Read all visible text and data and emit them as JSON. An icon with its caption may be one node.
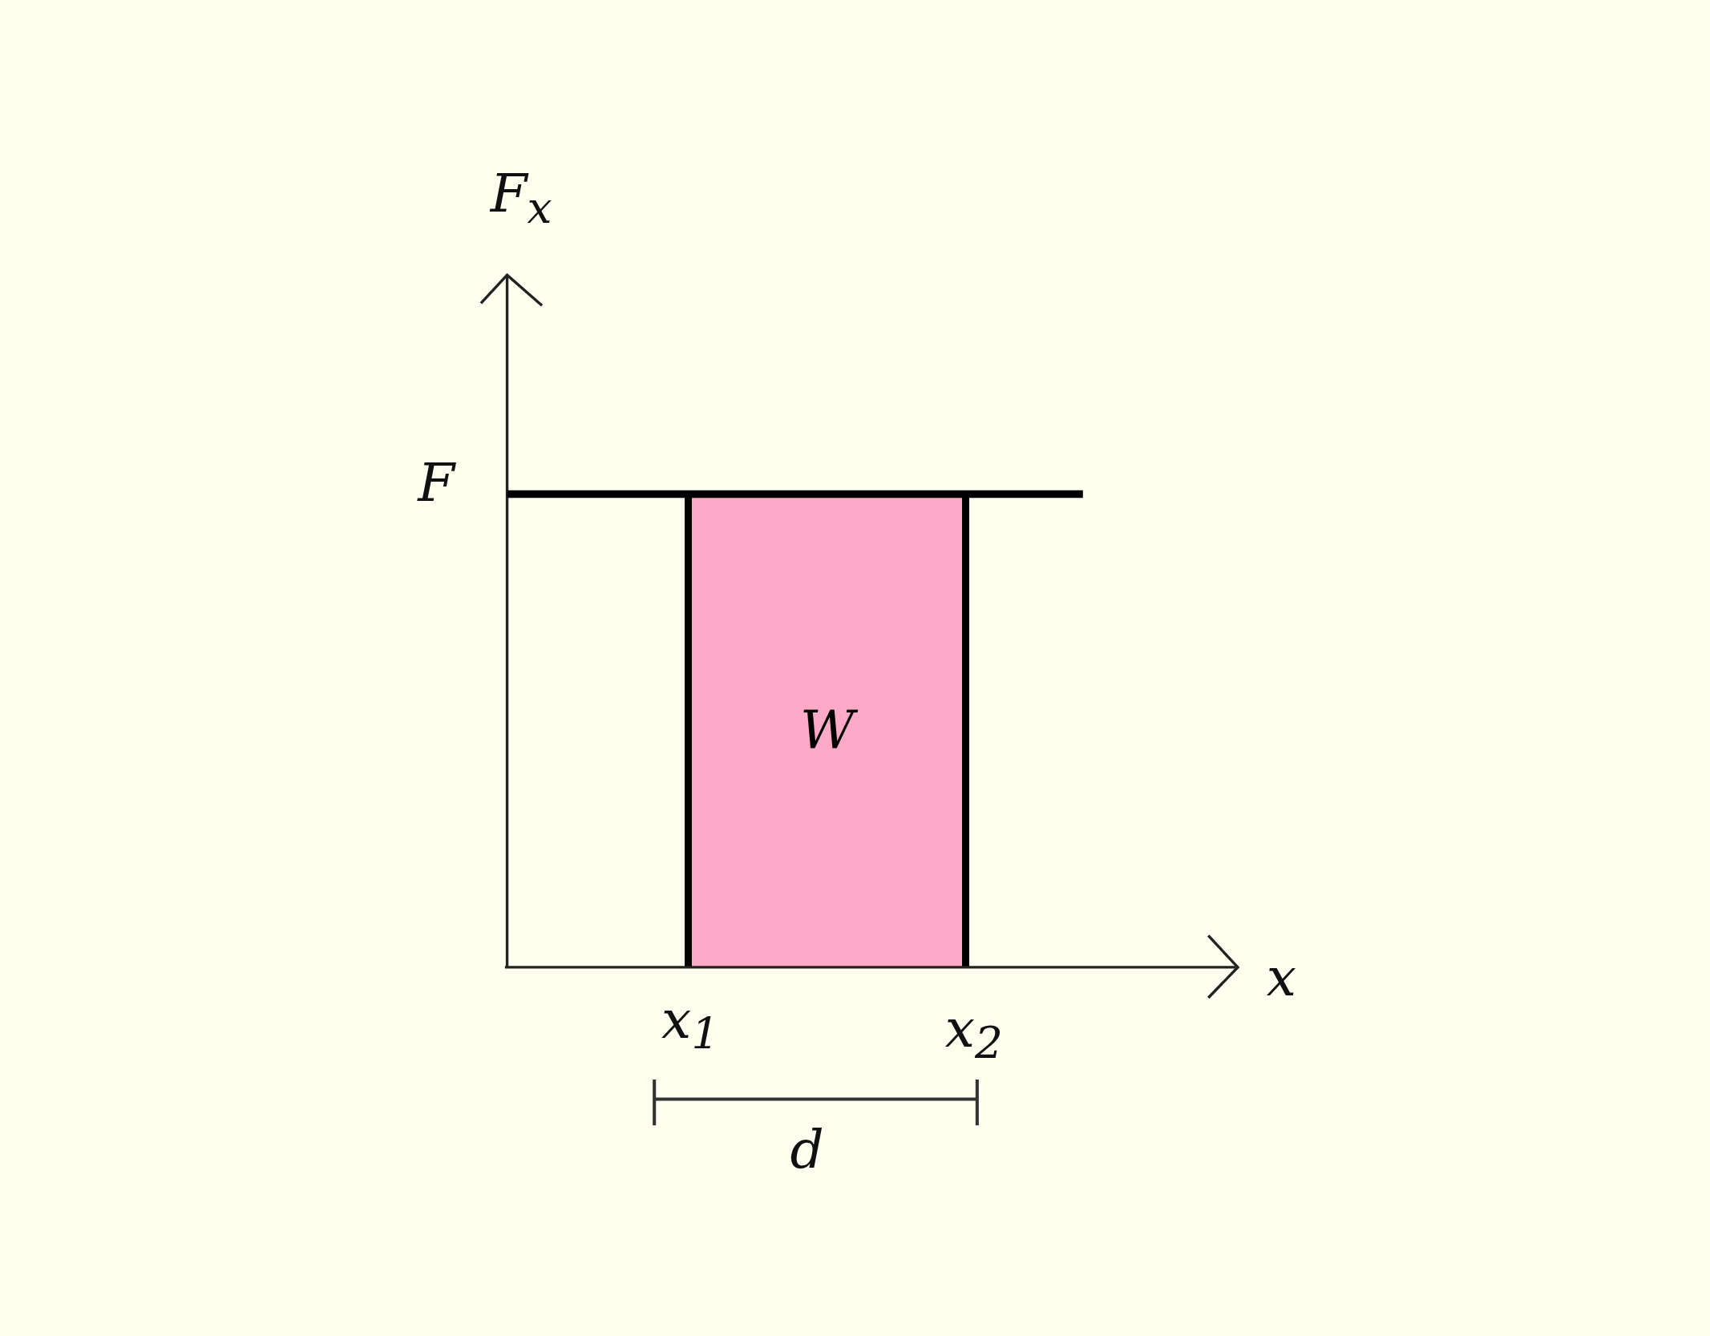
{
  "diagram": {
    "nodes": [
      {
        "text": [
          "W"
        ]
      }
    ],
    "edges": [],
    "labels": [
      "F$_{x}$",
      "F",
      "x",
      "x$_{1}$",
      "x$_{2}$",
      "d"
    ]
  }
}
